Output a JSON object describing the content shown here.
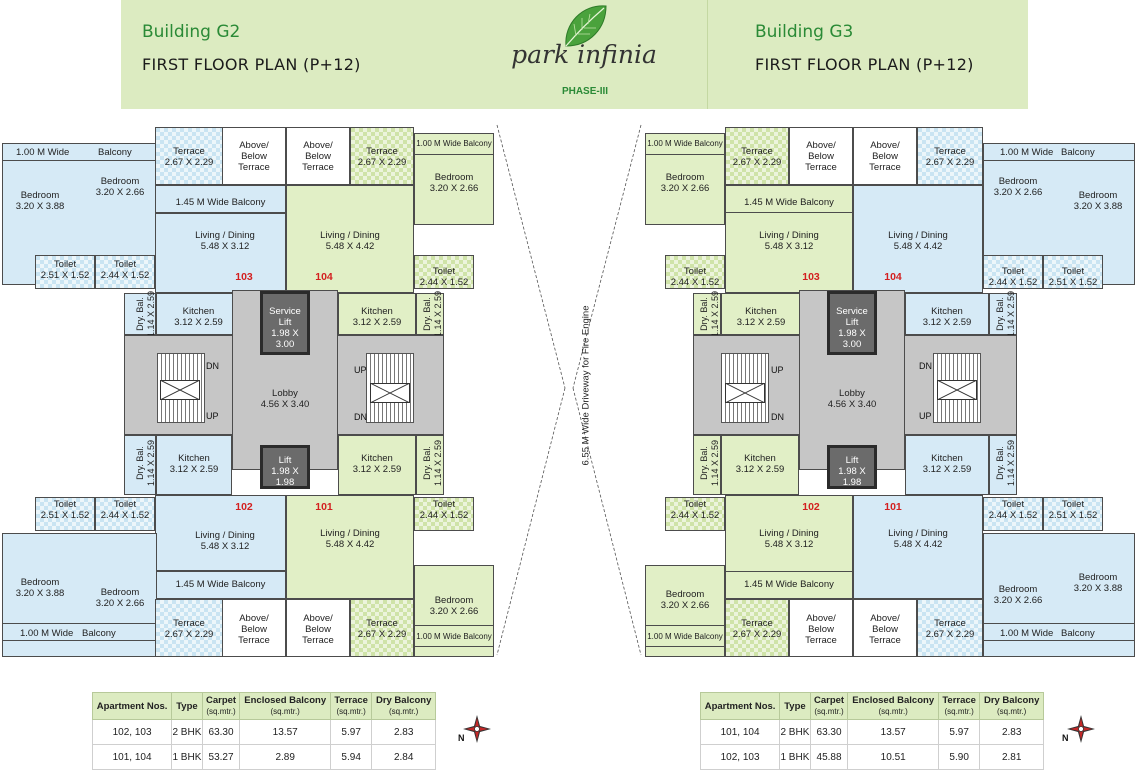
{
  "header": {
    "left_building": "Building G2",
    "left_plan": "FIRST FLOOR PLAN (P+12)",
    "right_building": "Building G3",
    "right_plan": "FIRST FLOOR PLAN (P+12)",
    "logo_text": "park infinia",
    "phase": "PHASE-III"
  },
  "colors": {
    "header_bg": "#dcebc1",
    "blue_room": "#d6eaf6",
    "green_room": "#e1efc6",
    "lobby": "#c6c6c6",
    "apt_number": "#d32020",
    "title_green": "#2a8a36"
  },
  "driveway_label": "6.55 M Wide Driveway for Fire Engine",
  "plan": {
    "balcony": "1.00 M Wide",
    "balcony_word": "Balcony",
    "balcony_small": "1.00 M Wide Balcony",
    "terrace": "Terrace",
    "terrace_dim": "2.67 X 2.29",
    "above_below": [
      "Above/",
      "Below",
      "Terrace"
    ],
    "bedroom": "Bedroom",
    "bedroom_large": "3.20 X 3.88",
    "bedroom_small": "3.20 X 2.66",
    "wide_balcony": "1.45 M Wide Balcony",
    "living": "Living / Dining",
    "living_blue": "5.48 X 3.12",
    "living_green": "5.48 X 4.42",
    "toilet": "Toilet",
    "toilet_a": "2.51 X 1.52",
    "toilet_b": "2.44 X 1.52",
    "kitchen": "Kitchen",
    "kitchen_dim": "3.12 X 2.59",
    "dry_bal": "Dry. Bal.",
    "dry_bal_dim": "1.14 X 2.59",
    "service_lift": [
      "Service",
      "Lift",
      "1.98 X",
      "3.00"
    ],
    "lift": [
      "Lift",
      "1.98 X",
      "1.98"
    ],
    "lobby": [
      "Lobby",
      "4.56 X 3.40"
    ],
    "up": "UP",
    "dn": "DN",
    "apartments": {
      "a101": "101",
      "a102": "102",
      "a103": "103",
      "a104": "104"
    }
  },
  "tables": {
    "headers": {
      "apt": "Apartment Nos.",
      "type": "Type",
      "carpet": "Carpet",
      "enclosed": "Enclosed Balcony",
      "terrace": "Terrace",
      "dry": "Dry Balcony",
      "unit": "(sq.mtr.)"
    },
    "left": [
      {
        "apt": "102, 103",
        "type": "2 BHK",
        "carpet": "63.30",
        "enclosed": "13.57",
        "terrace": "5.97",
        "dry": "2.83"
      },
      {
        "apt": "101, 104",
        "type": "1 BHK",
        "carpet": "53.27",
        "enclosed": "2.89",
        "terrace": "5.94",
        "dry": "2.84"
      }
    ],
    "right": [
      {
        "apt": "101, 104",
        "type": "2 BHK",
        "carpet": "63.30",
        "enclosed": "13.57",
        "terrace": "5.97",
        "dry": "2.83"
      },
      {
        "apt": "102, 103",
        "type": "1 BHK",
        "carpet": "45.88",
        "enclosed": "10.51",
        "terrace": "5.90",
        "dry": "2.81"
      }
    ]
  },
  "compass_label": "N"
}
